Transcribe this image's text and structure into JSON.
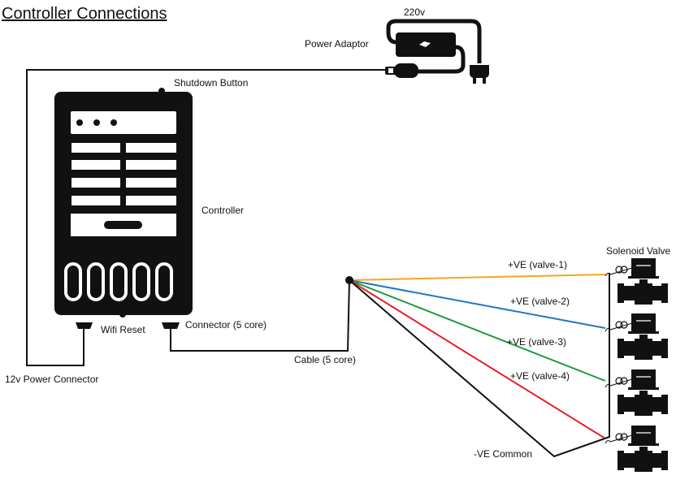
{
  "title": "Controller Connections",
  "labels": {
    "voltage": "220v",
    "power_adaptor": "Power Adaptor",
    "shutdown_button": "Shutdown Button",
    "controller": "Controller",
    "wifi_reset": "Wifi Reset",
    "connector": "Connector (5 core)",
    "power_connector": "12v Power Connector",
    "cable": "Cable (5 core)",
    "solenoid_valve": "Solenoid Valve",
    "negative_common": "-VE Common"
  },
  "wires": [
    {
      "label": "+VE (valve-1)",
      "color": "#f5a623"
    },
    {
      "label": "+VE (valve-2)",
      "color": "#1f77c4"
    },
    {
      "label": "+VE (valve-3)",
      "color": "#1a9a3a"
    },
    {
      "label": "+VE (valve-4)",
      "color": "#e8202a"
    }
  ]
}
